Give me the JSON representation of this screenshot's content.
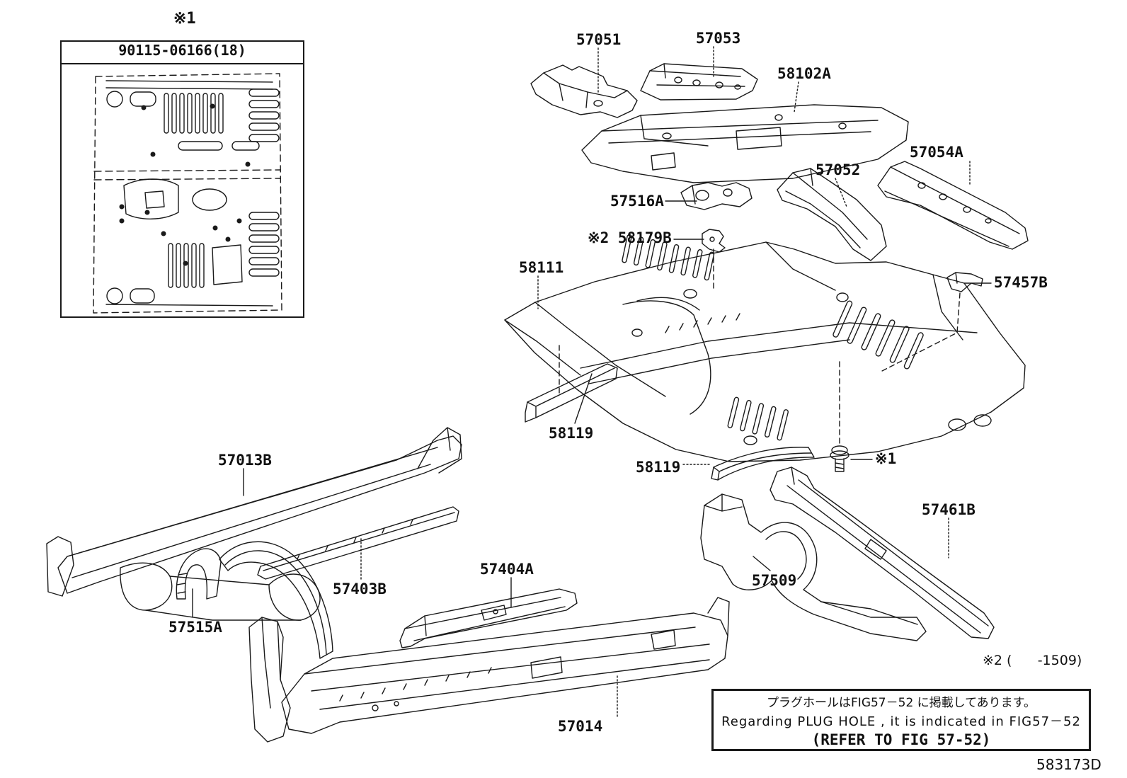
{
  "top_marker": "※1",
  "inset": {
    "part_number": "90115-06166(18)"
  },
  "part_labels": [
    {
      "id": "57051",
      "text": "57051"
    },
    {
      "id": "57053",
      "text": "57053"
    },
    {
      "id": "58102A",
      "text": "58102A"
    },
    {
      "id": "57054A",
      "text": "57054A"
    },
    {
      "id": "57052",
      "text": "57052"
    },
    {
      "id": "57516A",
      "text": "57516A"
    },
    {
      "id": "58179B",
      "text": "※2 58179B"
    },
    {
      "id": "58111",
      "text": "58111"
    },
    {
      "id": "57457B",
      "text": "57457B"
    },
    {
      "id": "58119-upper",
      "text": "58119"
    },
    {
      "id": "58119-lower",
      "text": "58119"
    },
    {
      "id": "bolt-marker",
      "text": "※1"
    },
    {
      "id": "57013B",
      "text": "57013B"
    },
    {
      "id": "57403B",
      "text": "57403B"
    },
    {
      "id": "57515A",
      "text": "57515A"
    },
    {
      "id": "57404A",
      "text": "57404A"
    },
    {
      "id": "57014",
      "text": "57014"
    },
    {
      "id": "57509",
      "text": "57509"
    },
    {
      "id": "57461B",
      "text": "57461B"
    }
  ],
  "note2_range": "※2 (      -1509)",
  "note_box": {
    "line_jp": "プラグホールはFIG57－52 に掲載してあります。",
    "line_en": "Regarding PLUG HOLE , it is indicated in FIG57－52",
    "line_ref": "(REFER TO FIG 57-52)"
  },
  "figure_code": "583173D",
  "colors": {
    "line": "#1a1a1a",
    "background": "#ffffff"
  }
}
